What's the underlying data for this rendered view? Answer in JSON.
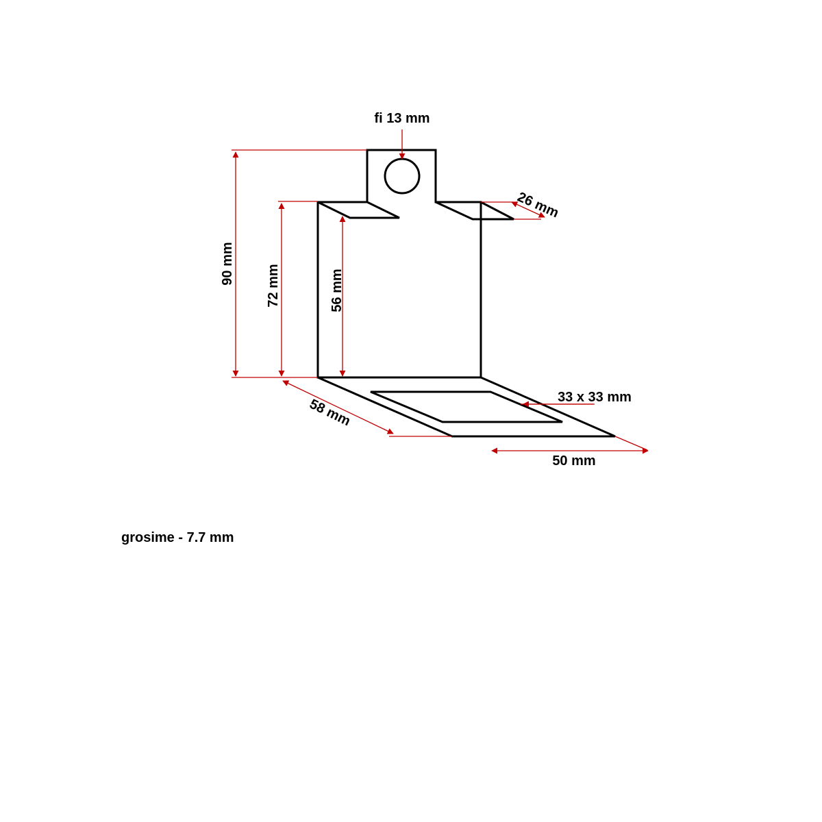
{
  "colors": {
    "outline": "#000000",
    "dimension": "#c00000",
    "background": "#ffffff"
  },
  "dimensions": {
    "hole": "fi 13 mm",
    "total_height": "90 mm",
    "back_height": "72 mm",
    "inner_height": "56 mm",
    "tab_width": "26 mm",
    "window": "33 x 33 mm",
    "depth": "58 mm",
    "width": "50 mm"
  },
  "note": "grosime - 7.7 mm"
}
